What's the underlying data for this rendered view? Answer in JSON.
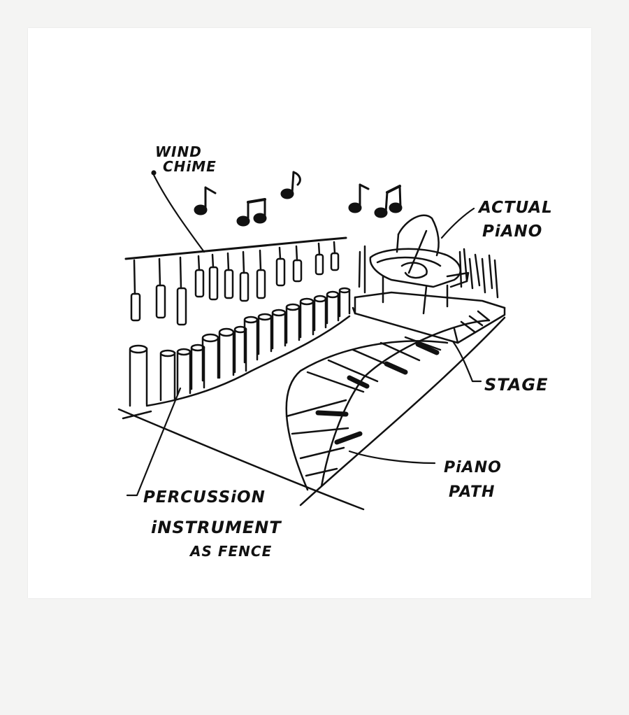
{
  "labels": {
    "wind_chime_1": "WIND",
    "wind_chime_2": "CHiME",
    "actual_piano_1": "ACTUAL",
    "actual_piano_2": "PiANO",
    "stage": "STAGE",
    "piano_path_1": "PiANO",
    "piano_path_2": "PATH",
    "percussion_1": "PERCUSSiON",
    "percussion_2": "iNSTRUMENT",
    "percussion_3": "AS FENCE"
  },
  "colors": {
    "ink": "#111111",
    "paper": "#ffffff",
    "background": "#f4f4f3"
  }
}
